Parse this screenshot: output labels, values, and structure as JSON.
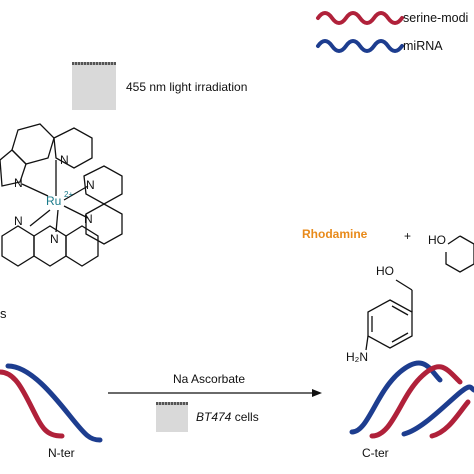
{
  "legend": {
    "serine_label": "serine-modi",
    "mirna_label": "miRNA",
    "serine_color": "#b0213a",
    "mirna_color": "#1d3d8f"
  },
  "light_step": {
    "label": "455 nm light irradiation"
  },
  "complex": {
    "metal_label": "Ru",
    "charge_label": "2+",
    "nitrogen_label": "N",
    "bond_color": "#111111",
    "metal_color": "#1a7a8a"
  },
  "left_partial": {
    "label": "s"
  },
  "products": {
    "rhodamine_label": "Rhodamine",
    "rhodamine_color": "#e88a1a",
    "plus_label": "+",
    "ho_label": "HO",
    "oh_label": "HO",
    "amine_label": "H₂N"
  },
  "reaction": {
    "reagent_label": "Na Ascorbate",
    "cells_label": "BT474",
    "cells_suffix": " cells"
  },
  "termini": {
    "n_label": "N-ter",
    "c_label": "C-ter"
  }
}
